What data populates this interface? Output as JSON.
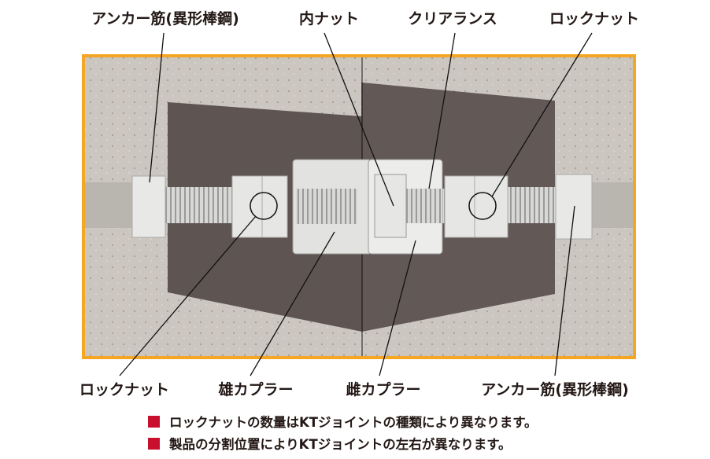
{
  "labels": {
    "top": [
      "アンカー筋(異形棒鋼)",
      "内ナット",
      "クリアランス",
      "ロックナット"
    ],
    "bottom": [
      "ロックナット",
      "雄カプラー",
      "雌カプラー",
      "アンカー筋(異形棒鋼)"
    ]
  },
  "notes": [
    "ロックナットの数量はKTジョイントの種類により異なります。",
    "製品の分割位置によりKTジョイントの左右が異なります。"
  ],
  "colors": {
    "frame": "#f5a623",
    "note_marker": "#c8102e",
    "concrete": "#c9c4bd",
    "grout": "#5e5552",
    "steel": "#e4e4e2"
  }
}
